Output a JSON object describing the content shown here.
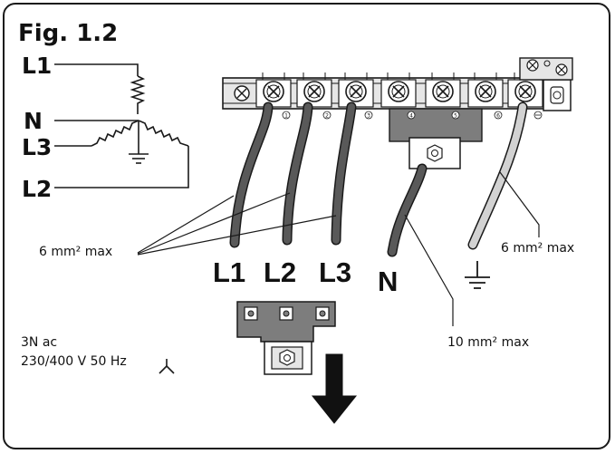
{
  "figure": {
    "title": "Fig. 1.2"
  },
  "schematic": {
    "labels": [
      "L1",
      "N",
      "L3",
      "L2"
    ]
  },
  "terminal_block": {
    "numbers": [
      "1",
      "2",
      "3",
      "4",
      "5",
      "6"
    ]
  },
  "terminal_labels": {
    "l1": "L1",
    "l2": "L2",
    "l3": "L3",
    "n": "N"
  },
  "annotations": {
    "phase_cable": "6 mm² max",
    "earth_cable": "6 mm² max",
    "neutral_cable": "10 mm² max"
  },
  "supply": {
    "line1": "3N ac",
    "line2": "230/400 V 50 Hz"
  },
  "icons": [
    "earth-symbol-icon",
    "star-connection-icon",
    "down-arrow-icon",
    "screw-icon"
  ],
  "colors": {
    "line": "#1a1a1a",
    "cable": "#595959",
    "bridge": "#7d7d7d",
    "block": "#e6e6e6",
    "earth_cable": "#cfcfcf"
  }
}
